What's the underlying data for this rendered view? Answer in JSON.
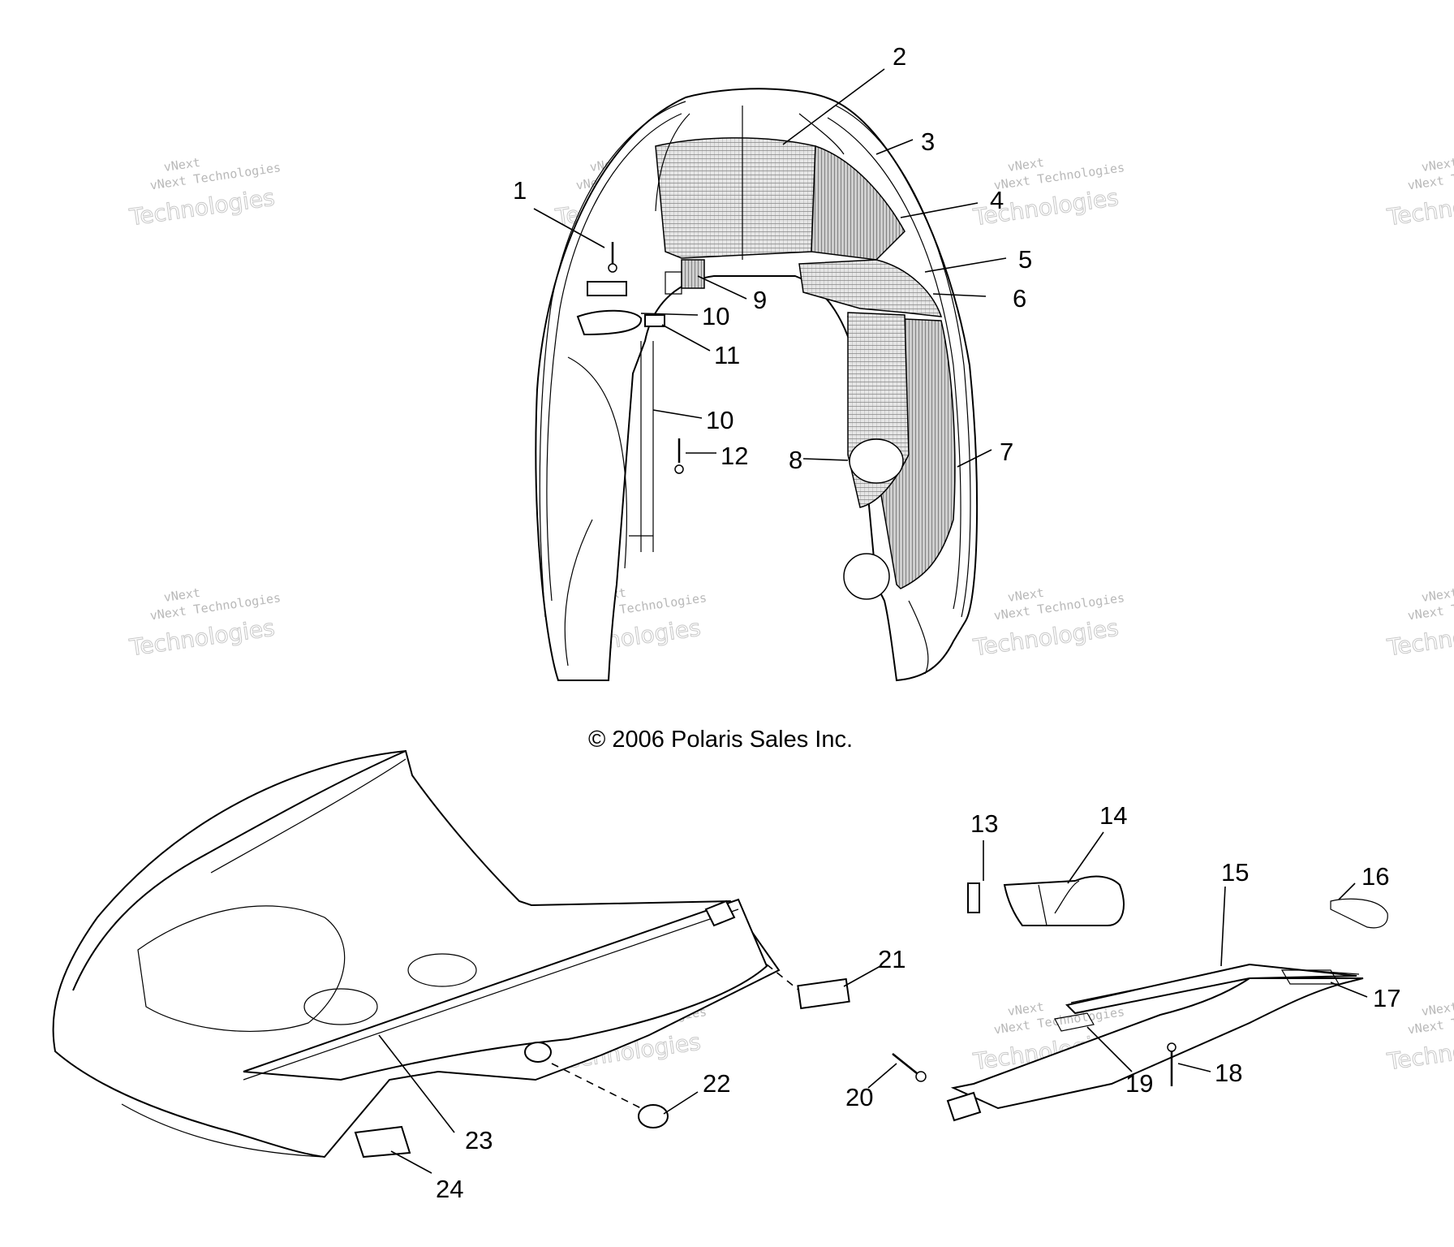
{
  "copyright": "© 2006 Polaris Sales Inc.",
  "watermark": {
    "line1": "vNext",
    "line2": "vNext Technologies",
    "line3": "Technologies"
  },
  "callouts": [
    "1",
    "2",
    "3",
    "4",
    "5",
    "6",
    "7",
    "8",
    "9",
    "10",
    "10",
    "11",
    "12",
    "13",
    "14",
    "15",
    "16",
    "17",
    "18",
    "19",
    "20",
    "21",
    "22",
    "23",
    "24"
  ]
}
